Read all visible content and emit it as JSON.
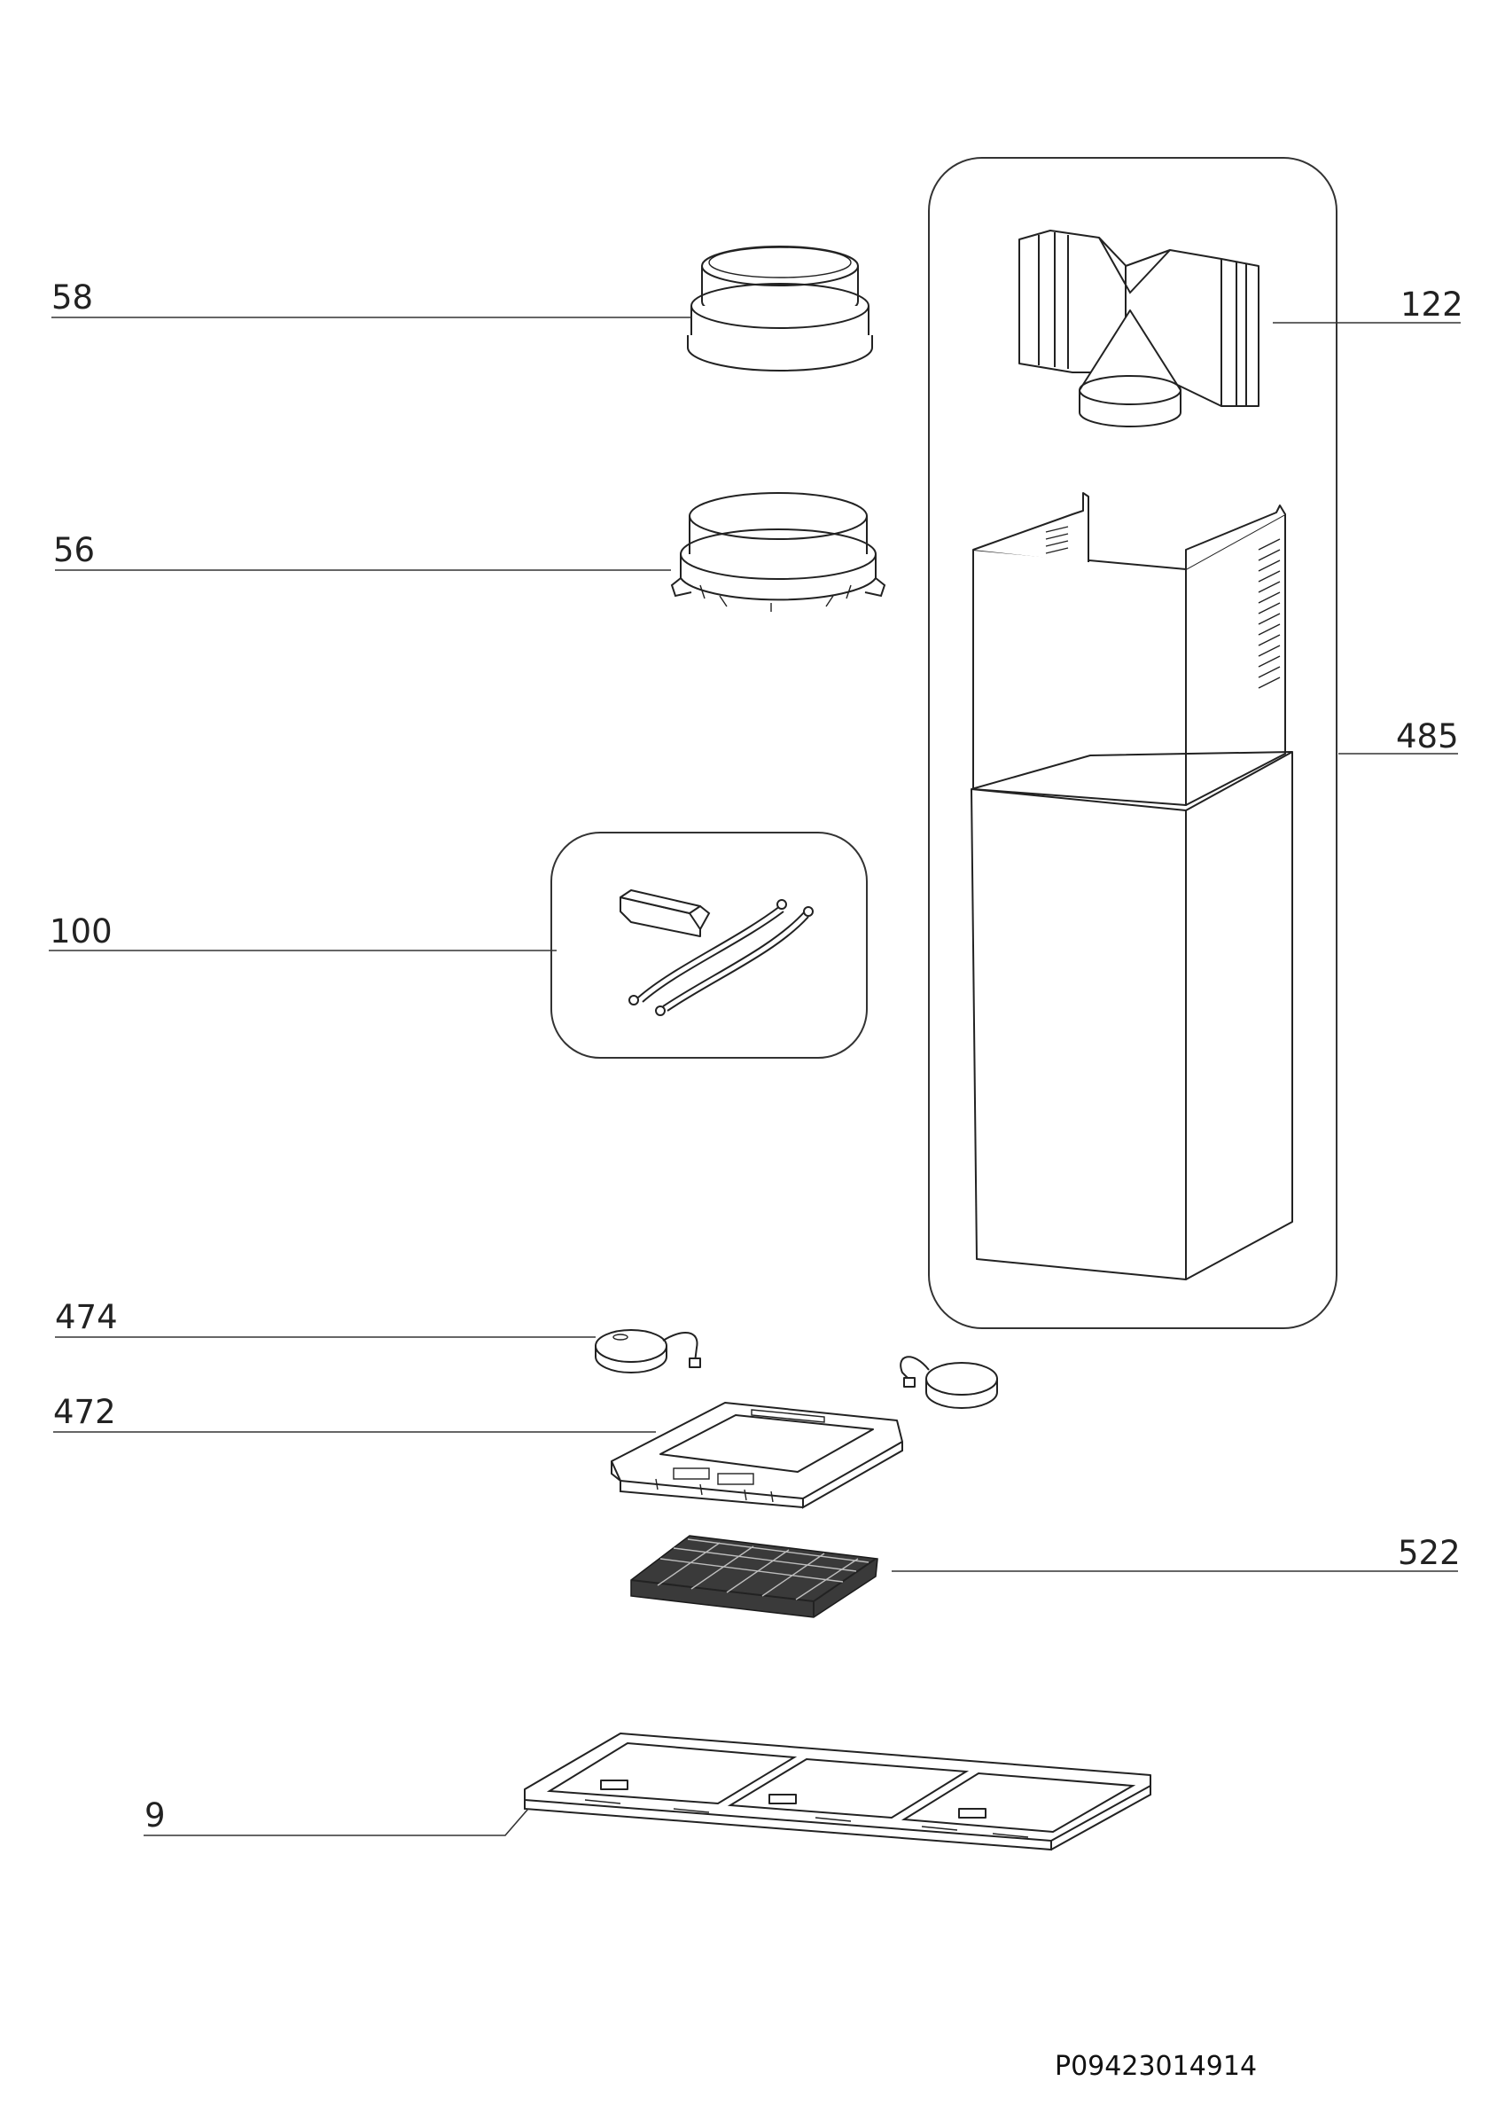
{
  "diagram": {
    "parts": [
      {
        "id": "p58",
        "label": "58",
        "name": "duct-adapter-ring"
      },
      {
        "id": "p56",
        "label": "56",
        "name": "motor-flange-ring"
      },
      {
        "id": "p100",
        "label": "100",
        "name": "electrical-kit"
      },
      {
        "id": "p122",
        "label": "122",
        "name": "air-deflector"
      },
      {
        "id": "p485",
        "label": "485",
        "name": "chimney-cover"
      },
      {
        "id": "p474",
        "label": "474",
        "name": "lamp-unit"
      },
      {
        "id": "p472",
        "label": "472",
        "name": "filter-frame"
      },
      {
        "id": "p522",
        "label": "522",
        "name": "charcoal-filter"
      },
      {
        "id": "p9",
        "label": "9",
        "name": "grease-filter-panel"
      }
    ],
    "document_code": "P09423014914"
  }
}
